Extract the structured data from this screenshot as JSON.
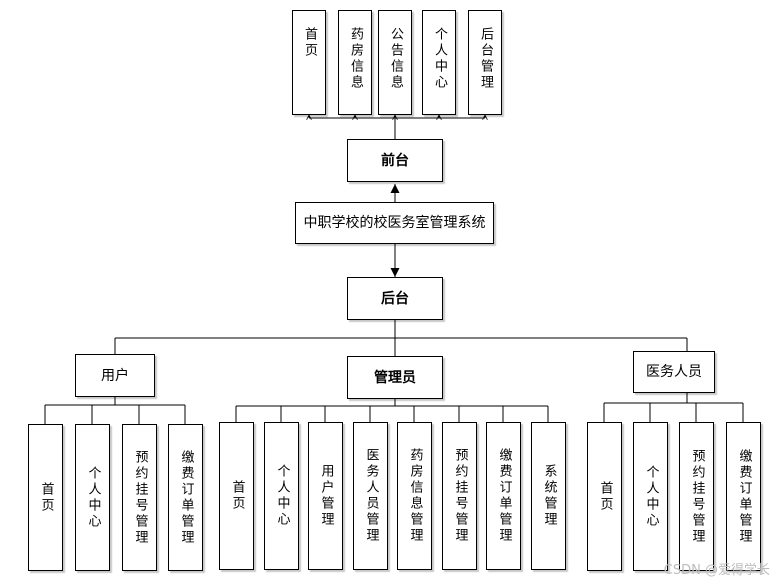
{
  "system": "中职学校的校医务室管理系统",
  "frontend": {
    "label": "前台",
    "items": [
      "首页",
      "药房信息",
      "公告信息",
      "个人中心",
      "后台管理"
    ]
  },
  "backend": {
    "label": "后台",
    "roles": [
      {
        "label": "用户",
        "items": [
          "首页",
          "个人中心",
          "预约挂号管理",
          "缴费订单管理"
        ]
      },
      {
        "label": "管理员",
        "items": [
          "首页",
          "个人中心",
          "用户管理",
          "医务人员管理",
          "药房信息管理",
          "预约挂号管理",
          "缴费订单管理",
          "系统管理"
        ]
      },
      {
        "label": "医务人员",
        "items": [
          "首页",
          "个人中心",
          "预约挂号管理",
          "缴费订单管理"
        ]
      }
    ]
  },
  "watermark": "CSDN @爱得学长"
}
